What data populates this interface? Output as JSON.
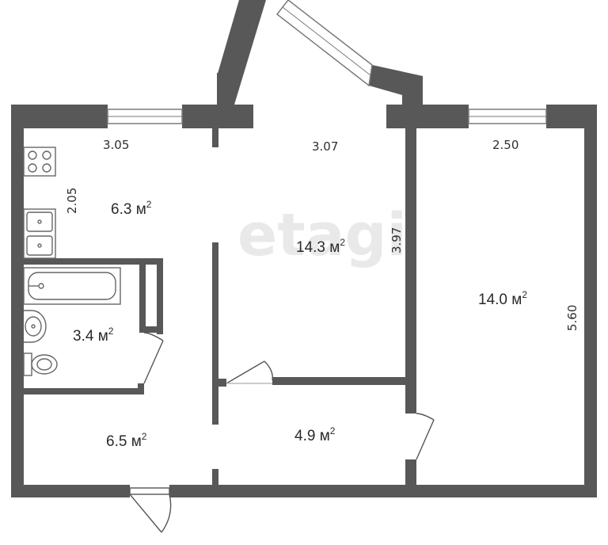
{
  "watermark": "etagi",
  "rooms": [
    {
      "id": "kitchen",
      "area": "6.3 м",
      "unit_sup": "2"
    },
    {
      "id": "bath",
      "area": "3.4 м",
      "unit_sup": "2"
    },
    {
      "id": "hall",
      "area": "6.5 м",
      "unit_sup": "2"
    },
    {
      "id": "living",
      "area": "14.3 м",
      "unit_sup": "2"
    },
    {
      "id": "corridor",
      "area": "4.9 м",
      "unit_sup": "2"
    },
    {
      "id": "bedroom",
      "area": "14.0 м",
      "unit_sup": "2"
    }
  ],
  "dimensions": {
    "kitchen_width": "3.05",
    "kitchen_depth": "2.05",
    "living_width": "3.07",
    "living_depth": "3.97",
    "bedroom_width": "2.50",
    "bedroom_depth": "5.60"
  },
  "colors": {
    "wall": "#585858",
    "window": "#7a7a7a",
    "fixture": "#666666"
  }
}
